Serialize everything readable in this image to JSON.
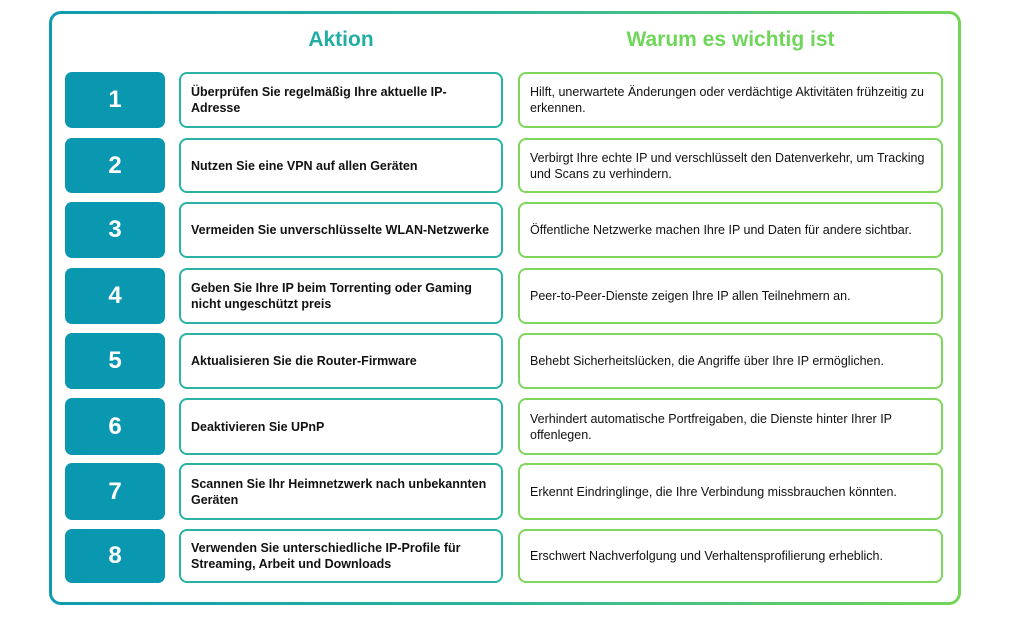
{
  "headers": {
    "action": "Aktion",
    "why": "Warum es wichtig ist"
  },
  "colors": {
    "number_box": "#0a98b1",
    "action_border": "#2ab3a4",
    "why_border": "#7ed65c",
    "action_heading": "#22afa3",
    "why_heading": "#6fd65a"
  },
  "rows": [
    {
      "number": "1",
      "action": "Überprüfen Sie regelmäßig Ihre aktuelle IP-Adresse",
      "why": "Hilft, unerwartete Änderungen oder verdächtige Aktivitäten frühzeitig zu erkennen."
    },
    {
      "number": "2",
      "action": "Nutzen Sie eine VPN auf allen Geräten",
      "why": "Verbirgt Ihre echte IP und verschlüsselt den Datenverkehr, um Tracking und Scans zu verhindern."
    },
    {
      "number": "3",
      "action": "Vermeiden Sie unverschlüsselte WLAN-Netzwerke",
      "why": "Öffentliche Netzwerke machen Ihre IP und Daten für andere sichtbar."
    },
    {
      "number": "4",
      "action": "Geben Sie Ihre IP beim Torrenting oder Gaming nicht ungeschützt preis",
      "why": "Peer-to-Peer-Dienste zeigen Ihre IP allen Teilnehmern an."
    },
    {
      "number": "5",
      "action": "Aktualisieren Sie die Router-Firmware",
      "why": "Behebt Sicherheitslücken, die Angriffe über Ihre IP ermöglichen."
    },
    {
      "number": "6",
      "action": "Deaktivieren Sie UPnP",
      "why": "Verhindert automatische Portfreigaben, die Dienste hinter Ihrer IP offenlegen."
    },
    {
      "number": "7",
      "action": "Scannen Sie Ihr Heimnetzwerk nach unbekannten Geräten",
      "why": "Erkennt Eindringlinge, die Ihre Verbindung missbrauchen könnten."
    },
    {
      "number": "8",
      "action": "Verwenden Sie unterschiedliche IP-Profile für Streaming, Arbeit und Downloads",
      "why": "Erschwert Nachverfolgung und Verhaltensprofilierung erheblich."
    }
  ]
}
